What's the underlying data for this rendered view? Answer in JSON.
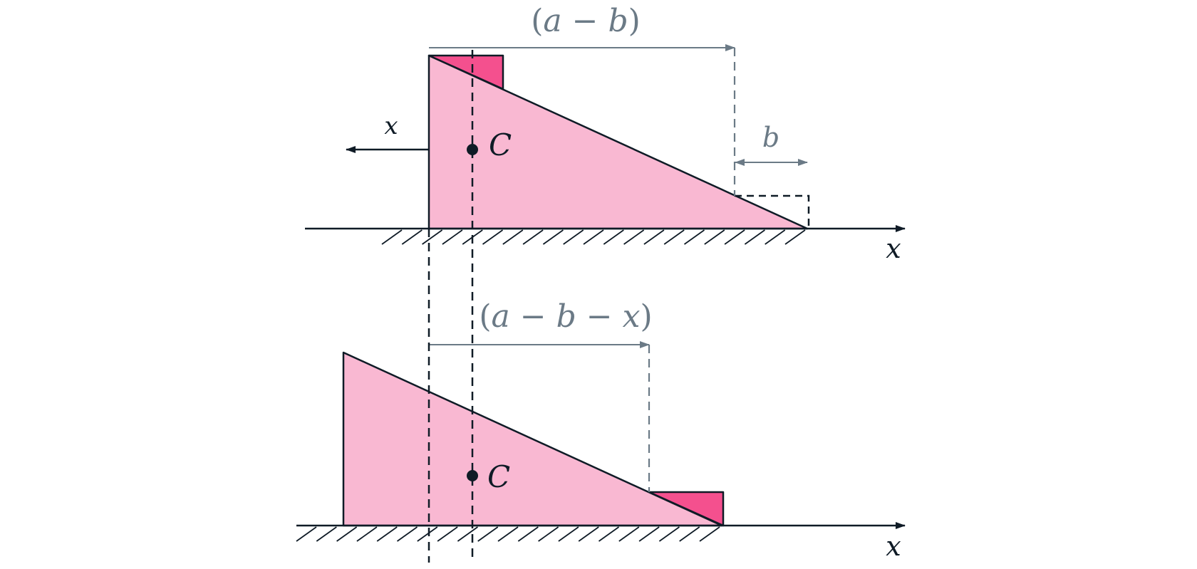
{
  "colors": {
    "ink": "#0f1b26",
    "dim": "#6b7a86",
    "wedge_fill": "#f9b8d2",
    "block_fill": "#f4508e",
    "background": "#ffffff"
  },
  "labels": {
    "top_dim": {
      "open": "(",
      "a": "a",
      "minus": " − ",
      "b": "b",
      "close": ")"
    },
    "bottom_dim": {
      "open": "(",
      "a": "a",
      "minus1": " − ",
      "b": "b",
      "minus2": " − ",
      "x": "x",
      "close": ")"
    },
    "b_gap": "b",
    "displacement": "x",
    "center_top": "C",
    "center_bottom": "C",
    "axis_top": "x",
    "axis_bottom": "x"
  }
}
